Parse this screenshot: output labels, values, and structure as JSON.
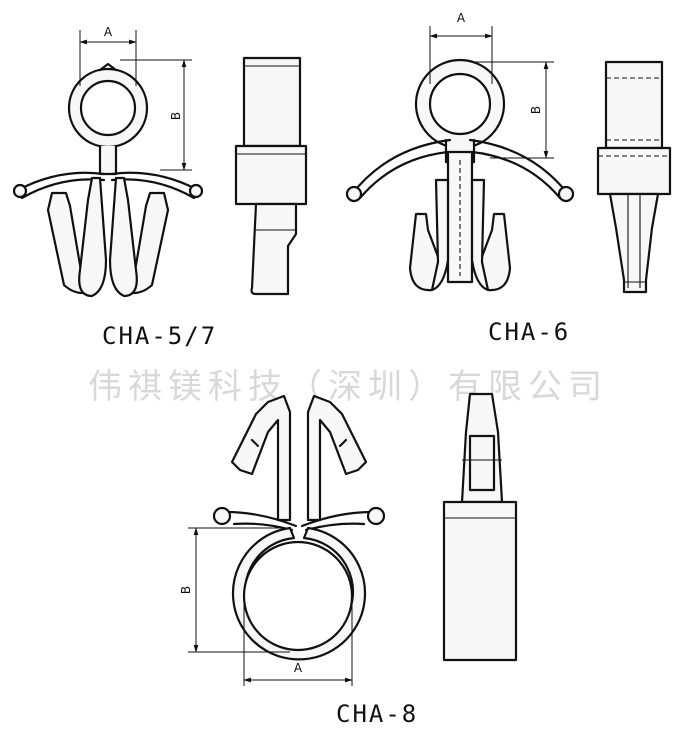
{
  "parts": [
    {
      "label": "CHA-5/7",
      "dim_a": "A",
      "dim_b": "B"
    },
    {
      "label": "CHA-6",
      "dim_a": "A",
      "dim_b": "B"
    },
    {
      "label": "CHA-8",
      "dim_a": "A",
      "dim_b": "B"
    }
  ],
  "watermark": "伟祺镁科技（深圳）有限公司",
  "colors": {
    "line": "#111111",
    "fill": "#f7f7f7",
    "watermark": "#d8d8d8"
  }
}
